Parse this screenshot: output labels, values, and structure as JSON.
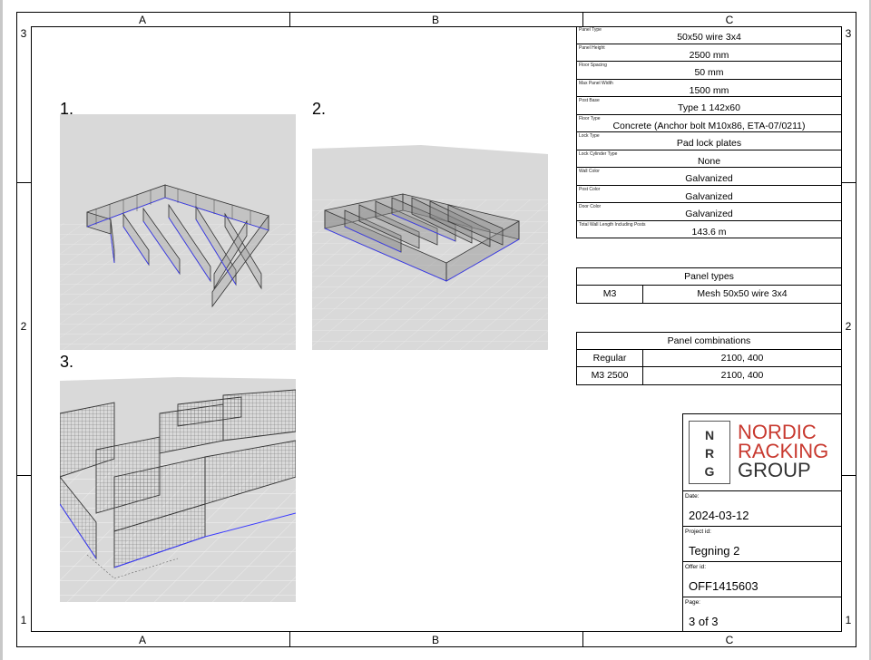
{
  "frame": {
    "columns": [
      "A",
      "B",
      "C"
    ],
    "rows": [
      "3",
      "2",
      "1"
    ]
  },
  "views": [
    {
      "label": "1."
    },
    {
      "label": "2."
    },
    {
      "label": "3."
    }
  ],
  "specs": [
    {
      "caption": "Panel Type",
      "value": "50x50 wire 3x4"
    },
    {
      "caption": "Panel Height",
      "value": "2500 mm"
    },
    {
      "caption": "Floor Spacing",
      "value": "50 mm"
    },
    {
      "caption": "Max Panel Width",
      "value": "1500 mm"
    },
    {
      "caption": "Post Base",
      "value": "Type 1 142x60"
    },
    {
      "caption": "Floor Type",
      "value": "Concrete (Anchor bolt M10x86, ETA-07/0211)"
    },
    {
      "caption": "Lock Type",
      "value": "Pad lock plates"
    },
    {
      "caption": "Lock Cylinder Type",
      "value": "None"
    },
    {
      "caption": "Wall Color",
      "value": "Galvanized"
    },
    {
      "caption": "Post Color",
      "value": "Galvanized"
    },
    {
      "caption": "Door Color",
      "value": "Galvanized"
    },
    {
      "caption": "Total Wall Length Including Posts",
      "value": "143.6 m"
    }
  ],
  "panel_types": {
    "title": "Panel types",
    "rows": [
      {
        "code": "M3",
        "description": "Mesh 50x50 wire 3x4"
      }
    ]
  },
  "panel_combinations": {
    "title": "Panel combinations",
    "rows": [
      {
        "name": "Regular",
        "value": "2100, 400"
      },
      {
        "name": "M3 2500",
        "value": "2100, 400"
      }
    ]
  },
  "title_block": {
    "logo": {
      "letters": [
        "N",
        "R",
        "G"
      ],
      "lines": [
        "NORDIC",
        "RACKING",
        "GROUP"
      ]
    },
    "date": {
      "caption": "Date:",
      "value": "2024-03-12"
    },
    "project": {
      "caption": "Project id:",
      "value": "Tegning 2"
    },
    "offer": {
      "caption": "Offer id:",
      "value": "OFF1415603"
    },
    "page": {
      "caption": "Page:",
      "value": "3 of 3"
    }
  },
  "colors": {
    "logo_red": "#c8392f",
    "render_bg": "#d9d9d9",
    "floor_line": "#3a3aff"
  }
}
